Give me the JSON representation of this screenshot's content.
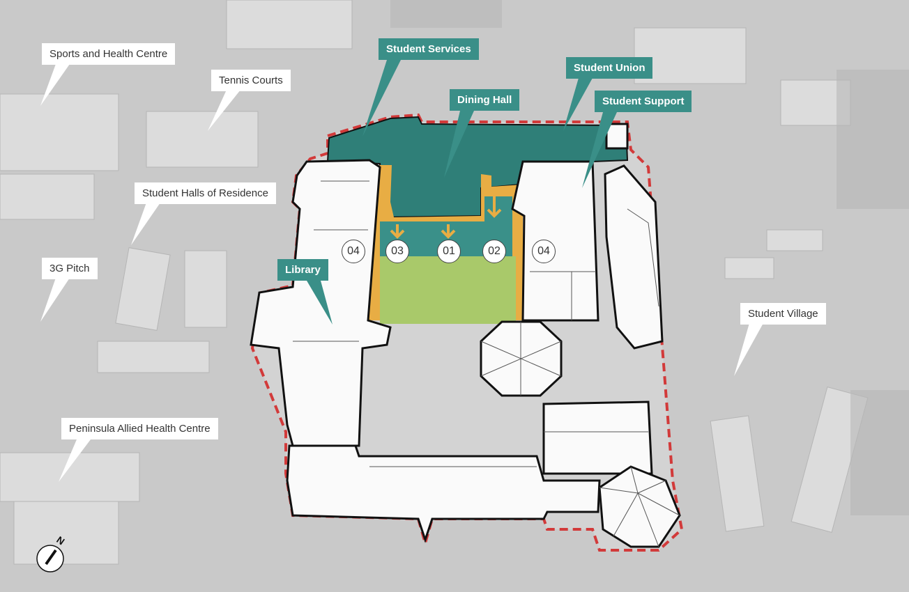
{
  "labels": {
    "sports": "Sports and Health Centre",
    "tennis": "Tennis Courts",
    "halls": "Student Halls of Residence",
    "pitch": "3G Pitch",
    "peninsula": "Peninsula Allied Health Centre",
    "village": "Student Village",
    "services": "Student Services",
    "dining": "Dining Hall",
    "union": "Student Union",
    "support": "Student Support",
    "library": "Library"
  },
  "markers": [
    "03",
    "01",
    "02",
    "04",
    "04"
  ],
  "compass": "N",
  "colors": {
    "teal": "#2f7f78",
    "orange": "#e8ad44",
    "green": "#a9c96a",
    "boundary": "#d23a3a"
  }
}
